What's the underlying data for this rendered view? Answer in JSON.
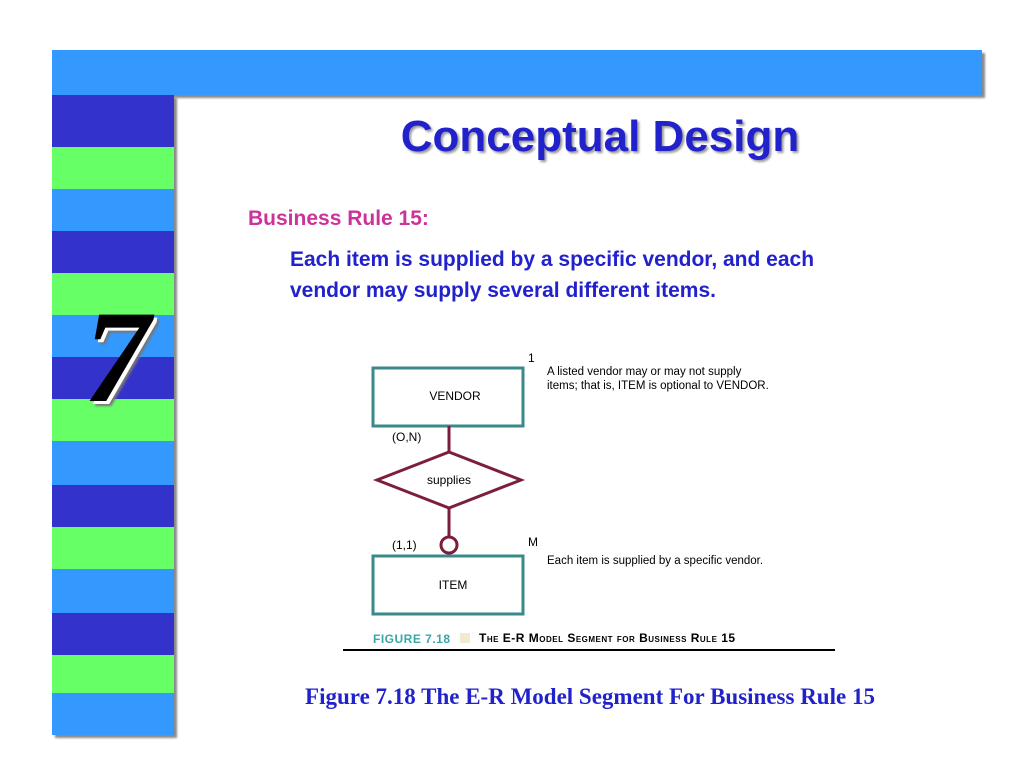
{
  "slide": {
    "title": "Conceptual Design",
    "chapter_number": "7",
    "rule_label": "Business Rule 15:",
    "rule_text_line1": "Each item is supplied by a specific vendor, and each",
    "rule_text_line2": "vendor may supply several different items."
  },
  "diagram": {
    "entity_vendor": "VENDOR",
    "entity_item": "ITEM",
    "relationship": "supplies",
    "vendor_cardinality_label": "1",
    "item_cardinality_label": "M",
    "vendor_connectivity": "(O,N)",
    "item_connectivity": "(1,1)",
    "note_vendor_line1": "A listed vendor may or may not supply",
    "note_vendor_line2": "items; that is, ITEM is optional to VENDOR.",
    "note_item": "Each item is supplied by a specific vendor."
  },
  "figure": {
    "label": "FIGURE 7.18",
    "small_caption": "The E-R Model Segment for Business Rule 15",
    "caption": "Figure 7.18  The E-R Model Segment For Business Rule 15"
  },
  "colors": {
    "top_bar": "#3399ff",
    "stripe_blue_dark": "#3333cc",
    "stripe_green": "#66ff66",
    "stripe_blue_light": "#3399ff",
    "title": "#2222cc",
    "rule_label": "#cc3399",
    "entity_border": "#3a8a8c",
    "relationship_border": "#7a1e3c"
  }
}
